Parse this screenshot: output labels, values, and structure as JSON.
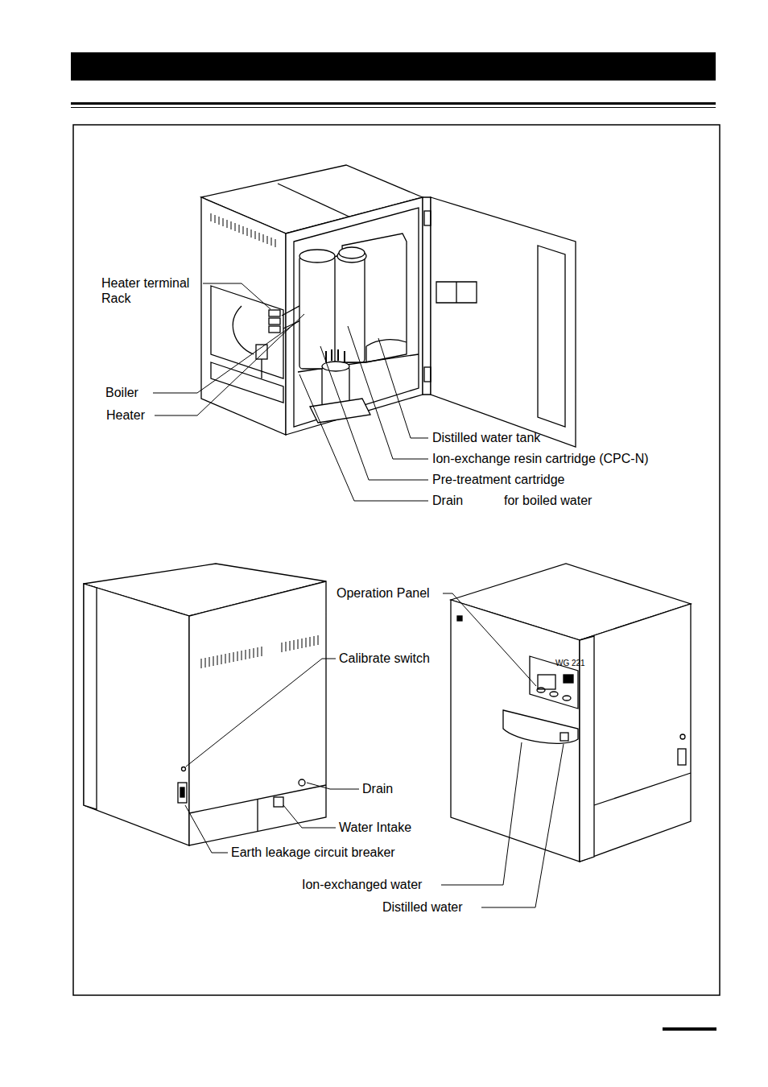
{
  "diagram": {
    "labels": [
      "Heater terminal Rack",
      "Boiler",
      "Heater",
      "Distilled water tank",
      "Ion-exchange resin cartridge (CPC-N)",
      "Pre-treatment cartridge",
      "Drain",
      "for boiled water",
      "Operation Panel",
      "WG 221",
      "Calibrate switch",
      "Drain",
      "Water Intake",
      "Earth leakage circuit breaker",
      "Ion-exchanged water",
      "Distilled water"
    ]
  }
}
